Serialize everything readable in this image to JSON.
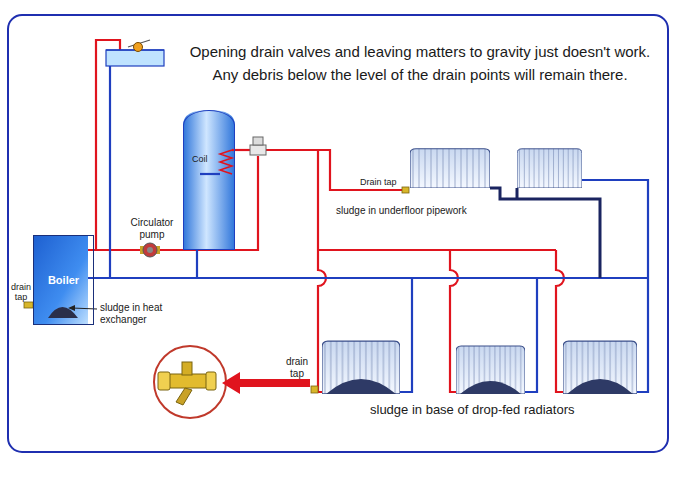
{
  "diagram": {
    "title": "Opening drain valves and leaving matters to gravity just doesn't work. Any debris below the level of the drain points will remain there.",
    "nodes": [
      {
        "text": [
          "Boiler"
        ]
      },
      {
        "text": [
          "Coil"
        ]
      }
    ],
    "edges": [
      {
        "from": 1,
        "to": 0,
        "arrow": "none"
      }
    ],
    "labels": [
      "Circulator pump",
      "Drain tap",
      "sludge in underfloor pipework",
      "drain tap",
      "sludge in heat exchanger",
      "drain tap",
      "sludge in base of drop-fed radiators"
    ]
  }
}
